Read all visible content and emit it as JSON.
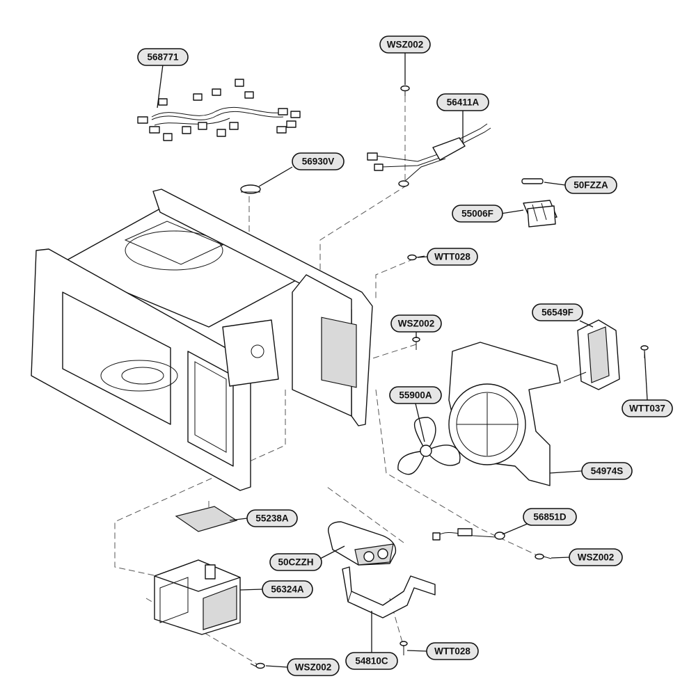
{
  "labels": [
    {
      "key": "harness",
      "text": "568771"
    },
    {
      "key": "screw_top",
      "text": "WSZ002"
    },
    {
      "key": "cord",
      "text": "56411A"
    },
    {
      "key": "thermostat",
      "text": "56930V"
    },
    {
      "key": "fuse",
      "text": "50FZZA"
    },
    {
      "key": "fuse_holder",
      "text": "55006F"
    },
    {
      "key": "screw_wtt_a",
      "text": "WTT028"
    },
    {
      "key": "screw_mid",
      "text": "WSZ002"
    },
    {
      "key": "motor",
      "text": "56549F"
    },
    {
      "key": "screw_wtt037",
      "text": "WTT037"
    },
    {
      "key": "fan_blade",
      "text": "55900A"
    },
    {
      "key": "fan_duct",
      "text": "54974S"
    },
    {
      "key": "cover",
      "text": "55238A"
    },
    {
      "key": "sensor",
      "text": "56851D"
    },
    {
      "key": "screw_right",
      "text": "WSZ002"
    },
    {
      "key": "capacitor",
      "text": "50CZZH"
    },
    {
      "key": "transformer",
      "text": "56324A"
    },
    {
      "key": "bracket",
      "text": "54810C"
    },
    {
      "key": "screw_wtt_b",
      "text": "WTT028"
    },
    {
      "key": "screw_bottom",
      "text": "WSZ002"
    }
  ]
}
